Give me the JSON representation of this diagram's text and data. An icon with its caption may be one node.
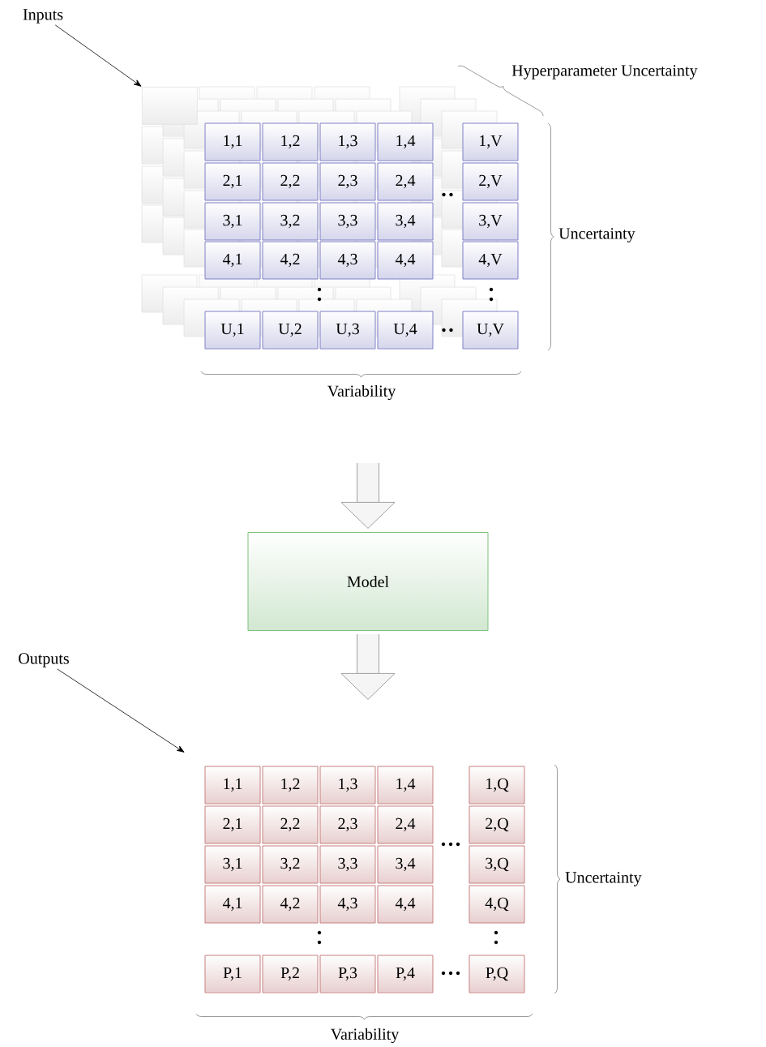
{
  "diagram": {
    "nodes": [
      {
        "text": [
          "Inputs"
        ]
      },
      {
        "text": [
          "1,1"
        ]
      },
      {
        "text": [
          "1,2"
        ]
      },
      {
        "text": [
          "1,3"
        ]
      },
      {
        "text": [
          "1,4"
        ]
      },
      {
        "text": [
          "1,V"
        ]
      },
      {
        "text": [
          "2,1"
        ]
      },
      {
        "text": [
          "2,2"
        ]
      },
      {
        "text": [
          "2,3"
        ]
      },
      {
        "text": [
          "2,4"
        ]
      },
      {
        "text": [
          "2,V"
        ]
      },
      {
        "text": [
          "3,1"
        ]
      },
      {
        "text": [
          "3,2"
        ]
      },
      {
        "text": [
          "3,3"
        ]
      },
      {
        "text": [
          "3,4"
        ]
      },
      {
        "text": [
          "3,V"
        ]
      },
      {
        "text": [
          "4,1"
        ]
      },
      {
        "text": [
          "4,2"
        ]
      },
      {
        "text": [
          "4,3"
        ]
      },
      {
        "text": [
          "4,4"
        ]
      },
      {
        "text": [
          "4,V"
        ]
      },
      {
        "text": [
          "U,1"
        ]
      },
      {
        "text": [
          "U,2"
        ]
      },
      {
        "text": [
          "U,3"
        ]
      },
      {
        "text": [
          "U,4"
        ]
      },
      {
        "text": [
          "U,V"
        ]
      },
      {
        "text": [
          "Model"
        ]
      },
      {
        "text": [
          "Outputs"
        ]
      },
      {
        "text": [
          "1,1"
        ]
      },
      {
        "text": [
          "1,2"
        ]
      },
      {
        "text": [
          "1,3"
        ]
      },
      {
        "text": [
          "1,4"
        ]
      },
      {
        "text": [
          "1,Q"
        ]
      },
      {
        "text": [
          "2,1"
        ]
      },
      {
        "text": [
          "2,2"
        ]
      },
      {
        "text": [
          "2,3"
        ]
      },
      {
        "text": [
          "2,4"
        ]
      },
      {
        "text": [
          "2,Q"
        ]
      },
      {
        "text": [
          "3,1"
        ]
      },
      {
        "text": [
          "3,2"
        ]
      },
      {
        "text": [
          "3,3"
        ]
      },
      {
        "text": [
          "3,4"
        ]
      },
      {
        "text": [
          "3,Q"
        ]
      },
      {
        "text": [
          "4,1"
        ]
      },
      {
        "text": [
          "4,2"
        ]
      },
      {
        "text": [
          "4,3"
        ]
      },
      {
        "text": [
          "4,4"
        ]
      },
      {
        "text": [
          "4,Q"
        ]
      },
      {
        "text": [
          "P,1"
        ]
      },
      {
        "text": [
          "P,2"
        ]
      },
      {
        "text": [
          "P,3"
        ]
      },
      {
        "text": [
          "P,4"
        ]
      },
      {
        "text": [
          "P,Q"
        ]
      },
      {
        "text": [],
        "shape": "box"
      }
    ],
    "edges": [
      {
        "from": 0,
        "to": 53,
        "arrow": "to"
      },
      {
        "from": null,
        "to": 26,
        "arrow": "to",
        "style": "thick",
        "color": "#8c8c8c"
      },
      {
        "from": 26,
        "to": null,
        "arrow": "to",
        "style": "thick",
        "color": "#8c8c8c"
      },
      {
        "from": 27,
        "to": null,
        "arrow": "to"
      }
    ],
    "labels": [
      "Hyperparameter Uncertainty",
      "Uncertainty",
      "Variability",
      "Uncertainty",
      "Variability"
    ]
  }
}
